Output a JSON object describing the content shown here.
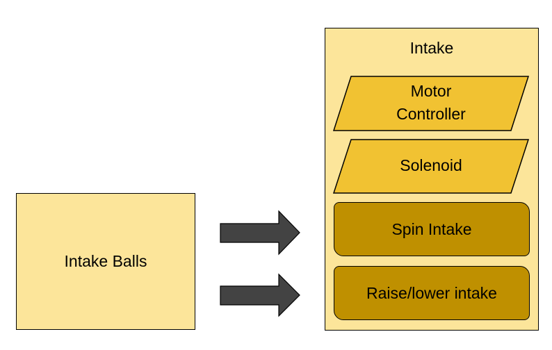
{
  "source": {
    "label": "Intake Balls"
  },
  "subsystem": {
    "title": "Intake",
    "hardware": [
      {
        "label_line1": "Motor",
        "label_line2": "Controller"
      },
      {
        "label": "Solenoid"
      }
    ],
    "actions": [
      {
        "label": "Spin Intake"
      },
      {
        "label": "Raise/lower intake"
      }
    ]
  },
  "colors": {
    "light_fill": "#FCE59A",
    "hardware_fill": "#F1C232",
    "action_fill": "#BF9000",
    "arrow_fill": "#434343",
    "stroke": "#000000"
  }
}
